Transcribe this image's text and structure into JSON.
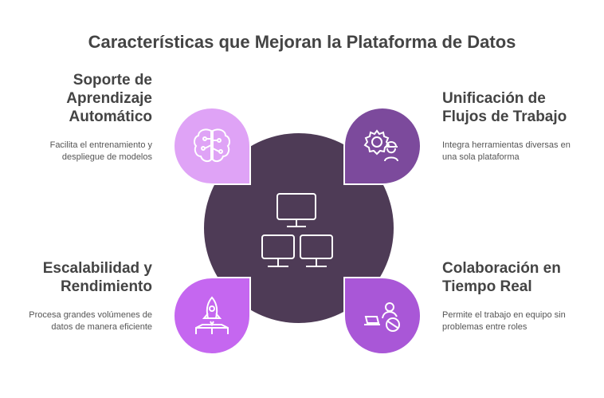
{
  "title": "Características que Mejoran la Plataforma de Datos",
  "features": [
    {
      "title": "Soporte de Aprendizaje Automático",
      "description": "Facilita el entrenamiento y despliegue de modelos",
      "icon": "brain-icon",
      "color": "#dfa3f6"
    },
    {
      "title": "Unificación de Flujos de Trabajo",
      "description": "Integra herramientas diversas en una sola plataforma",
      "icon": "gear-worker-icon",
      "color": "#7c4a9c"
    },
    {
      "title": "Escalabilidad y Rendimiento",
      "description": "Procesa grandes volúmenes de datos de manera eficiente",
      "icon": "rocket-icon",
      "color": "#c567f0"
    },
    {
      "title": "Colaboración en Tiempo Real",
      "description": "Permite el trabajo en equipo sin problemas entre roles",
      "icon": "collaboration-icon",
      "color": "#a957d7"
    }
  ],
  "center": {
    "icon": "network-computers-icon",
    "color": "#4e3b56"
  }
}
